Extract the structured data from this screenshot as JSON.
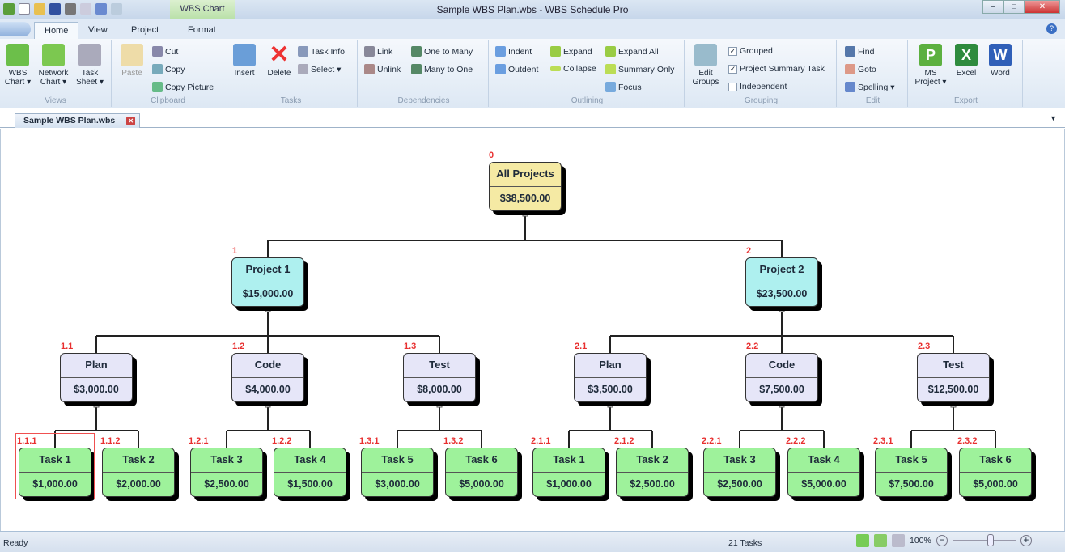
{
  "window": {
    "title": "Sample WBS Plan.wbs - WBS Schedule Pro",
    "context_tab": "WBS Chart"
  },
  "ribbon_tabs": [
    "Home",
    "View",
    "Project",
    "Format"
  ],
  "active_tab": "Home",
  "groups": {
    "views": {
      "label": "Views",
      "items": [
        "WBS Chart ▾",
        "Network Chart ▾",
        "Task Sheet ▾"
      ]
    },
    "clipboard": {
      "label": "Clipboard",
      "paste": "Paste",
      "cut": "Cut",
      "copy": "Copy",
      "copy_picture": "Copy Picture"
    },
    "tasks": {
      "label": "Tasks",
      "insert": "Insert",
      "delete": "Delete",
      "task_info": "Task Info",
      "select": "Select ▾"
    },
    "dependencies": {
      "label": "Dependencies",
      "link": "Link",
      "unlink": "Unlink",
      "one_to_many": "One to Many",
      "many_to_one": "Many to One"
    },
    "outlining": {
      "label": "Outlining",
      "indent": "Indent",
      "outdent": "Outdent",
      "expand": "Expand",
      "collapse": "Collapse",
      "expand_all": "Expand All",
      "summary_only": "Summary Only",
      "focus": "Focus"
    },
    "grouping": {
      "label": "Grouping",
      "edit_groups": "Edit Groups",
      "grouped": "Grouped",
      "grouped_checked": true,
      "project_summary_task": "Project Summary Task",
      "pst_checked": true,
      "independent": "Independent",
      "independent_checked": false
    },
    "edit": {
      "label": "Edit",
      "find": "Find",
      "goto": "Goto",
      "spelling": "Spelling ▾"
    },
    "export": {
      "label": "Export",
      "ms_project": "MS Project ▾",
      "excel": "Excel",
      "word": "Word"
    }
  },
  "document_tab": "Sample WBS Plan.wbs",
  "colors": {
    "root": "#f5eaa4",
    "project": "#aef0ef",
    "phase": "#e6e6f8",
    "task": "#9ef29b",
    "wbs_number": "#e83030"
  },
  "nodes": [
    {
      "wbs": "0",
      "name": "All Projects",
      "cost": "$38,500.00",
      "level": 0
    },
    {
      "wbs": "1",
      "name": "Project 1",
      "cost": "$15,000.00",
      "level": 1,
      "parent": "0"
    },
    {
      "wbs": "2",
      "name": "Project 2",
      "cost": "$23,500.00",
      "level": 1,
      "parent": "0"
    },
    {
      "wbs": "1.1",
      "name": "Plan",
      "cost": "$3,000.00",
      "level": 2,
      "parent": "1"
    },
    {
      "wbs": "1.2",
      "name": "Code",
      "cost": "$4,000.00",
      "level": 2,
      "parent": "1"
    },
    {
      "wbs": "1.3",
      "name": "Test",
      "cost": "$8,000.00",
      "level": 2,
      "parent": "1"
    },
    {
      "wbs": "2.1",
      "name": "Plan",
      "cost": "$3,500.00",
      "level": 2,
      "parent": "2"
    },
    {
      "wbs": "2.2",
      "name": "Code",
      "cost": "$7,500.00",
      "level": 2,
      "parent": "2"
    },
    {
      "wbs": "2.3",
      "name": "Test",
      "cost": "$12,500.00",
      "level": 2,
      "parent": "2"
    },
    {
      "wbs": "1.1.1",
      "name": "Task 1",
      "cost": "$1,000.00",
      "level": 3,
      "parent": "1.1",
      "selected": true
    },
    {
      "wbs": "1.1.2",
      "name": "Task 2",
      "cost": "$2,000.00",
      "level": 3,
      "parent": "1.1"
    },
    {
      "wbs": "1.2.1",
      "name": "Task 3",
      "cost": "$2,500.00",
      "level": 3,
      "parent": "1.2"
    },
    {
      "wbs": "1.2.2",
      "name": "Task 4",
      "cost": "$1,500.00",
      "level": 3,
      "parent": "1.2"
    },
    {
      "wbs": "1.3.1",
      "name": "Task 5",
      "cost": "$3,000.00",
      "level": 3,
      "parent": "1.3"
    },
    {
      "wbs": "1.3.2",
      "name": "Task 6",
      "cost": "$5,000.00",
      "level": 3,
      "parent": "1.3"
    },
    {
      "wbs": "2.1.1",
      "name": "Task 1",
      "cost": "$1,000.00",
      "level": 3,
      "parent": "2.1"
    },
    {
      "wbs": "2.1.2",
      "name": "Task 2",
      "cost": "$2,500.00",
      "level": 3,
      "parent": "2.1"
    },
    {
      "wbs": "2.2.1",
      "name": "Task 3",
      "cost": "$2,500.00",
      "level": 3,
      "parent": "2.2"
    },
    {
      "wbs": "2.2.2",
      "name": "Task 4",
      "cost": "$5,000.00",
      "level": 3,
      "parent": "2.2"
    },
    {
      "wbs": "2.3.1",
      "name": "Task 5",
      "cost": "$7,500.00",
      "level": 3,
      "parent": "2.3"
    },
    {
      "wbs": "2.3.2",
      "name": "Task 6",
      "cost": "$5,000.00",
      "level": 3,
      "parent": "2.3"
    }
  ],
  "status": {
    "text": "Ready",
    "task_count": "21 Tasks",
    "zoom": "100%",
    "zoom_level": 0.6
  }
}
